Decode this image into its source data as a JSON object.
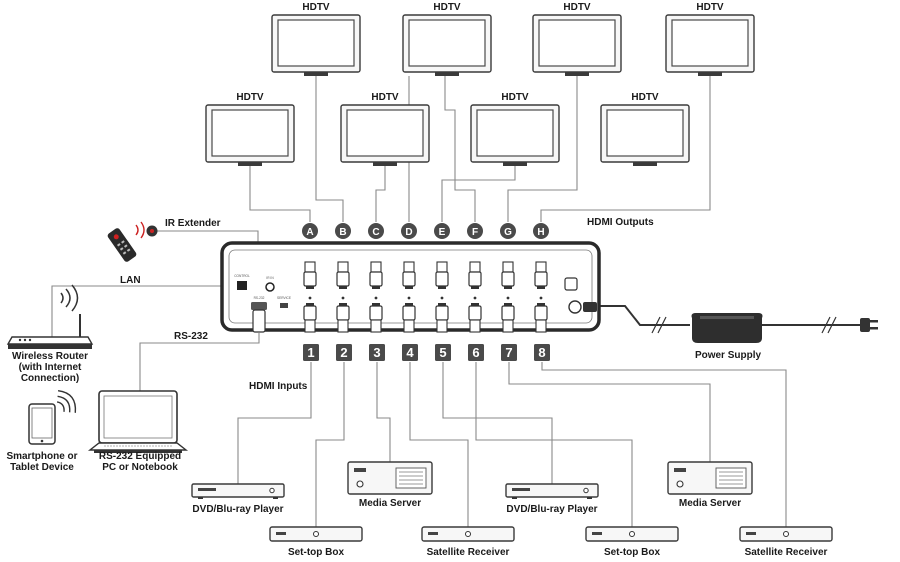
{
  "colors": {
    "device_dark": "#3a3a3a",
    "badge": "#4a4a4a",
    "wire": "#8a8a8a",
    "ir_red": "#d02020"
  },
  "output_displays": [
    {
      "letter": "A",
      "label": "HDTV"
    },
    {
      "letter": "B",
      "label": "HDTV"
    },
    {
      "letter": "C",
      "label": "HDTV"
    },
    {
      "letter": "D",
      "label": "HDTV"
    },
    {
      "letter": "E",
      "label": "HDTV"
    },
    {
      "letter": "F",
      "label": "HDTV"
    },
    {
      "letter": "G",
      "label": "HDTV"
    },
    {
      "letter": "H",
      "label": "HDTV"
    }
  ],
  "inputs": [
    {
      "number": "1",
      "label": "DVD/Blu-ray Player",
      "icon": "dvd-player-icon"
    },
    {
      "number": "2",
      "label": "Set-top Box",
      "icon": "set-top-box-icon"
    },
    {
      "number": "3",
      "label": "Media Server",
      "icon": "media-server-icon"
    },
    {
      "number": "4",
      "label": "Satellite Receiver",
      "icon": "satellite-receiver-icon"
    },
    {
      "number": "5",
      "label": "DVD/Blu-ray Player",
      "icon": "dvd-player-icon"
    },
    {
      "number": "6",
      "label": "Set-top Box",
      "icon": "set-top-box-icon"
    },
    {
      "number": "7",
      "label": "Media Server",
      "icon": "media-server-icon"
    },
    {
      "number": "8",
      "label": "Satellite Receiver",
      "icon": "satellite-receiver-icon"
    }
  ],
  "labels": {
    "hdmi_outputs": "HDMI Outputs",
    "hdmi_inputs": "HDMI Inputs",
    "ir_extender": "IR Extender",
    "lan": "LAN",
    "rs232": "RS-232",
    "power_supply": "Power Supply",
    "router_line1": "Wireless Router",
    "router_line2": "(with Internet",
    "router_line3": "Connection)",
    "laptop_line1": "RS-232 Equipped",
    "laptop_line2": "PC or Notebook",
    "phone_line1": "Smartphone or",
    "phone_line2": "Tablet Device"
  },
  "panel_labels": {
    "control": "CONTROL",
    "rs232": "RS-232",
    "service": "SERVICE",
    "ir": "IR IN"
  }
}
